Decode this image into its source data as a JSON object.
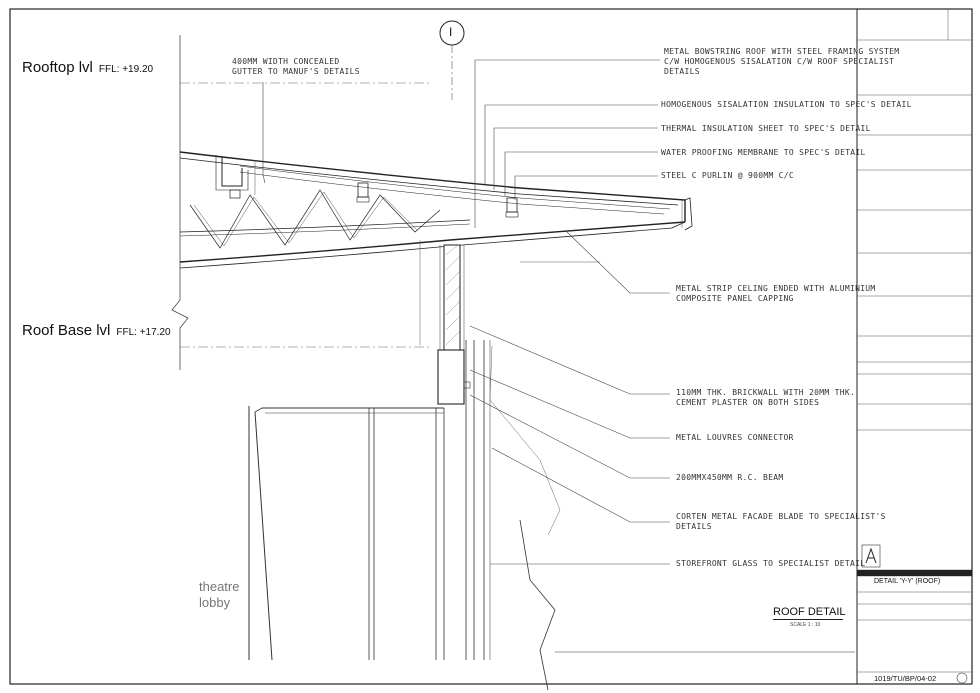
{
  "levels": [
    {
      "name": "Rooftop lvl",
      "ffl": "FFL: +19.20"
    },
    {
      "name": "Roof Base lvl",
      "ffl": "FFL: +17.20"
    }
  ],
  "grid_mark": "I",
  "callouts": {
    "gutter": [
      "400MM WIDTH CONCEALED",
      "GUTTER TO MANUF'S DETAILS"
    ],
    "roof": [
      "METAL BOWSTRING ROOF WITH STEEL FRAMING SYSTEM",
      "C/W HOMOGENOUS SISALATION C/W ROOF SPECIALIST",
      "DETAILS"
    ],
    "sisalation": [
      "HOMOGENOUS SISALATION INSULATION TO SPEC'S DETAIL"
    ],
    "thermal": [
      "THERMAL INSULATION SHEET TO SPEC'S DETAIL"
    ],
    "membrane": [
      "WATER PROOFING MEMBRANE TO SPEC'S DETAIL"
    ],
    "purlin": [
      "STEEL C PURLIN @ 900MM C/C"
    ],
    "ceiling": [
      "METAL STRIP CELING ENDED WITH ALUMINIUM",
      "COMPOSITE PANEL CAPPING"
    ],
    "brickwall": [
      "110MM THK. BRICKWALL WITH 20MM THK.",
      "CEMENT PLASTER ON BOTH SIDES"
    ],
    "louvres": [
      "METAL LOUVRES CONNECTOR"
    ],
    "beam": [
      "200MMX450MM R.C. BEAM"
    ],
    "corten": [
      "CORTEN METAL FACADE BLADE TO SPECIALIST'S",
      "DETAILS"
    ],
    "storefront": [
      "STOREFRONT GLASS TO SPECIALIST DETAIL"
    ]
  },
  "room": [
    "theatre",
    "lobby"
  ],
  "drawing_title": "ROOF DETAIL",
  "scale": "SCALE 1 : 10",
  "title_block": {
    "sheet_title": "DETAIL 'Y-Y' (ROOF)",
    "drawing_number": "1019/TU/BP/04-02"
  }
}
